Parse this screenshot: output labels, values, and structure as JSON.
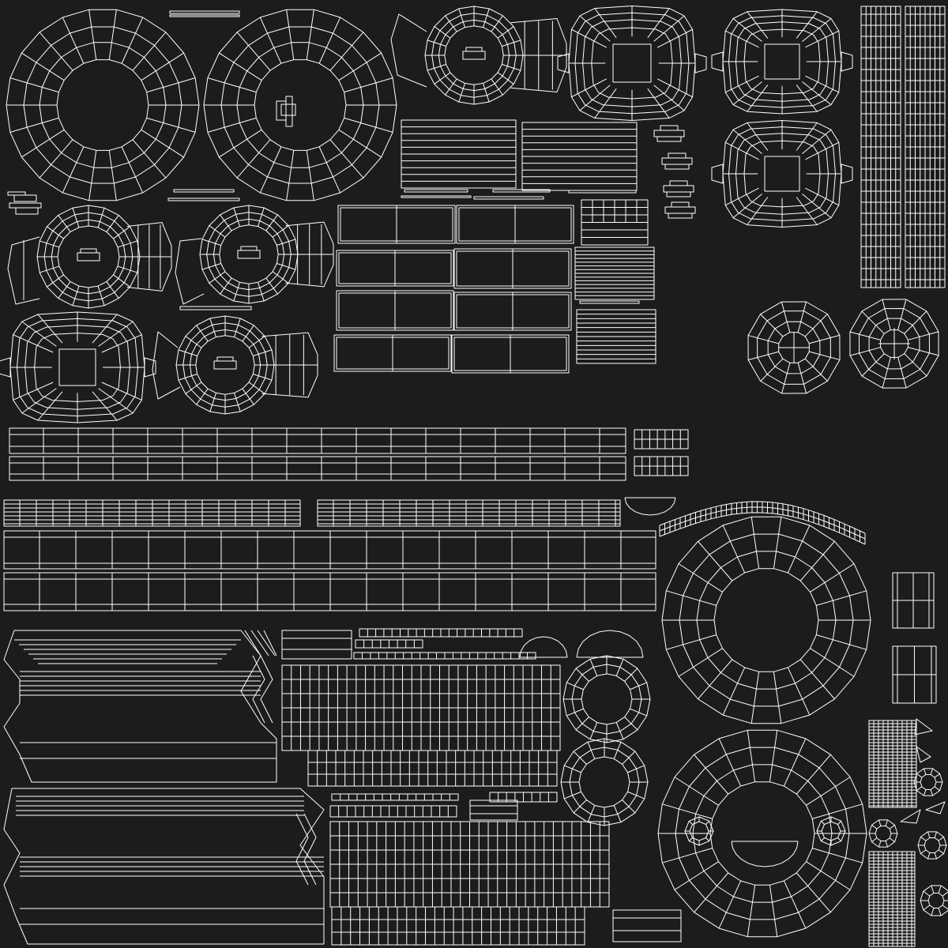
{
  "page": {
    "background_color": "#1c1c1c",
    "wire_color": "#ffffff"
  },
  "islands": [
    {
      "name": "large-round-island-left",
      "kind": "radial"
    },
    {
      "name": "large-round-island-right",
      "kind": "radial"
    },
    {
      "name": "cup-handle-island",
      "kind": "cup"
    },
    {
      "name": "square-core-island",
      "kind": "square-core"
    },
    {
      "name": "vertical-strip-island",
      "kind": "strip"
    },
    {
      "name": "horizontal-strip-island",
      "kind": "strip"
    },
    {
      "name": "rectangle-grid-island",
      "kind": "grid"
    },
    {
      "name": "small-polygon-island",
      "kind": "radial"
    },
    {
      "name": "tall-pleated-island",
      "kind": "grid"
    },
    {
      "name": "dense-mesh-island",
      "kind": "mesh"
    },
    {
      "name": "fan-island",
      "kind": "fan"
    }
  ]
}
